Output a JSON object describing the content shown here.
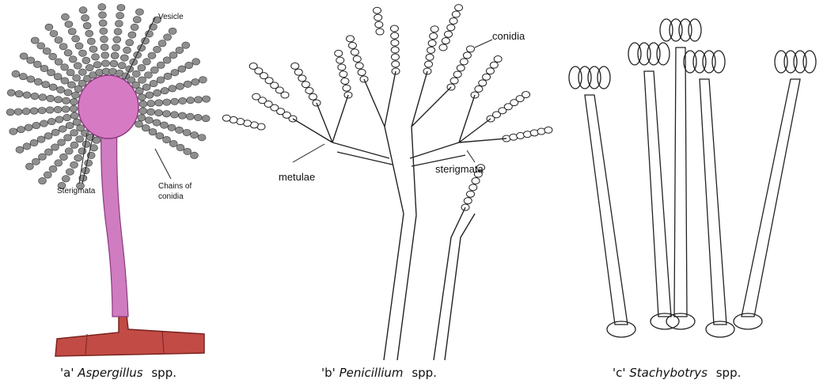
{
  "panels": [
    {
      "id": "a",
      "labels": {
        "vesicle": "Vesicle",
        "sterigmata": "Sterigmata",
        "chains_line1": "Chains of",
        "chains_line2": "conidia"
      },
      "caption": {
        "prefix": "'a'",
        "genus": "Aspergillus",
        "suffix": "spp."
      },
      "colors": {
        "vesicle": "#d77ac4",
        "stalk": "#cf7cc0",
        "hypha": "#c24b46",
        "conidia": "#8f8f8f"
      }
    },
    {
      "id": "b",
      "labels": {
        "conidia": "conidia",
        "metulae": "metulae",
        "sterigmata": "sterigmata"
      },
      "caption": {
        "prefix": "'b'",
        "genus": "Penicillium",
        "suffix": "spp."
      }
    },
    {
      "id": "c",
      "labels": {},
      "caption": {
        "prefix": "'c'",
        "genus": "Stachybotrys",
        "suffix": "spp."
      }
    }
  ]
}
